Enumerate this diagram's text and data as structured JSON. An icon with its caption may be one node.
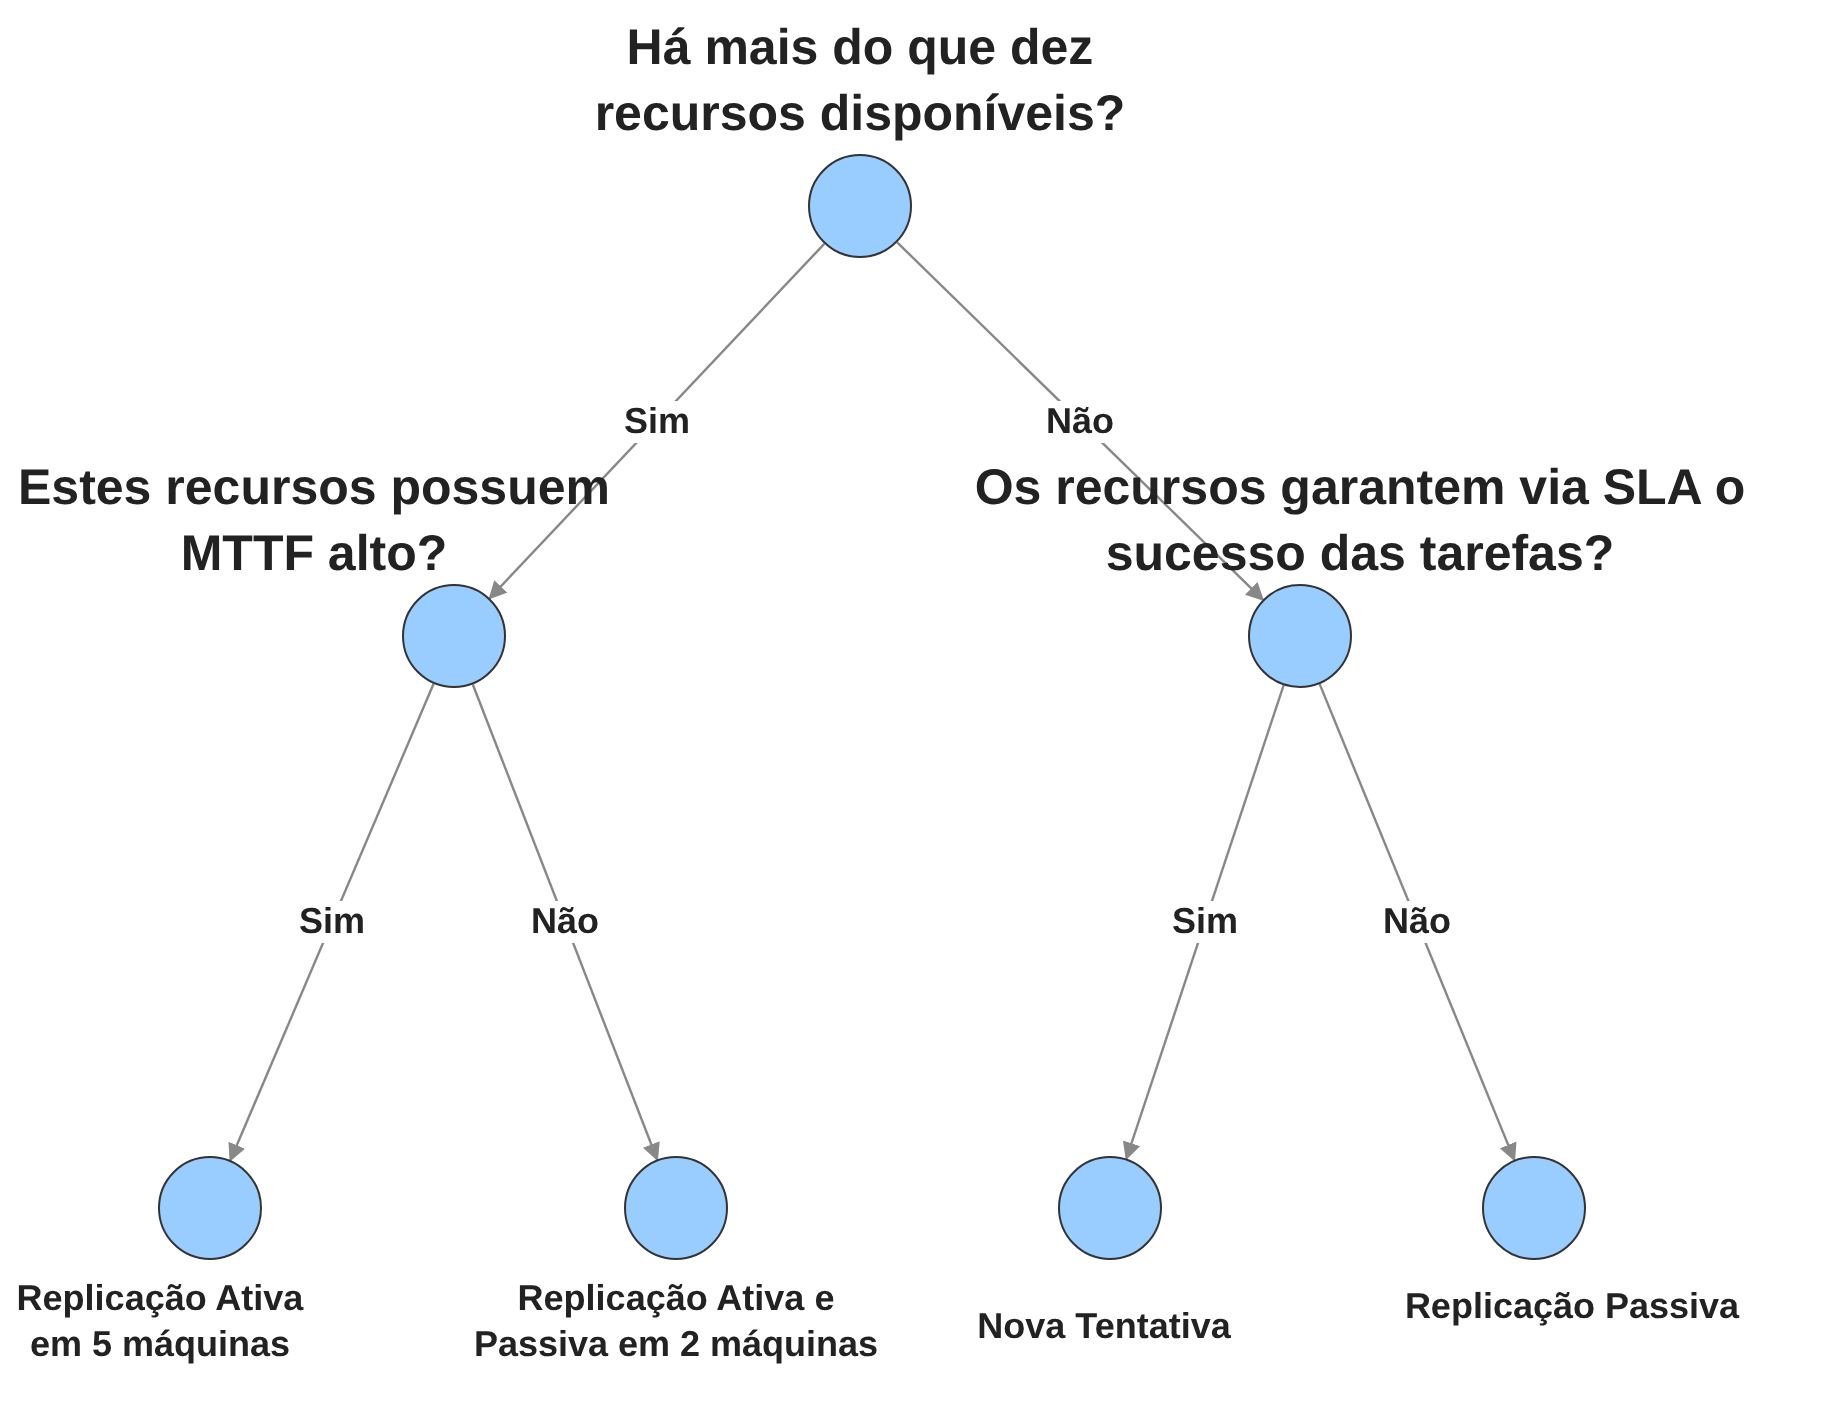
{
  "diagram": {
    "nodes": [
      {
        "text": [
          "Há mais do que dez recursos disponíveis?"
        ]
      },
      {
        "text": [
          "Estes recursos possuem MTTF alto?"
        ]
      },
      {
        "text": [
          "Os recursos garantem via SLA o sucesso das tarefas?"
        ]
      },
      {
        "text": [
          "Replicação Ativa em 5 máquinas"
        ]
      },
      {
        "text": [
          "Replicação Ativa e Passiva em 2 máquinas"
        ]
      },
      {
        "text": [
          "Nova Tentativa"
        ]
      },
      {
        "text": [
          "Replicação Passiva"
        ]
      }
    ],
    "edges": [
      {
        "from": 0,
        "to": 1,
        "arrow": "to",
        "label": "Sim"
      },
      {
        "from": 0,
        "to": 2,
        "arrow": "to",
        "label": "Não"
      },
      {
        "from": 1,
        "to": 3,
        "arrow": "to",
        "label": "Sim"
      },
      {
        "from": 1,
        "to": 4,
        "arrow": "to",
        "label": "Não"
      },
      {
        "from": 2,
        "to": 5,
        "arrow": "to",
        "label": "Sim"
      },
      {
        "from": 2,
        "to": 6,
        "arrow": "to",
        "label": "Não"
      }
    ]
  }
}
